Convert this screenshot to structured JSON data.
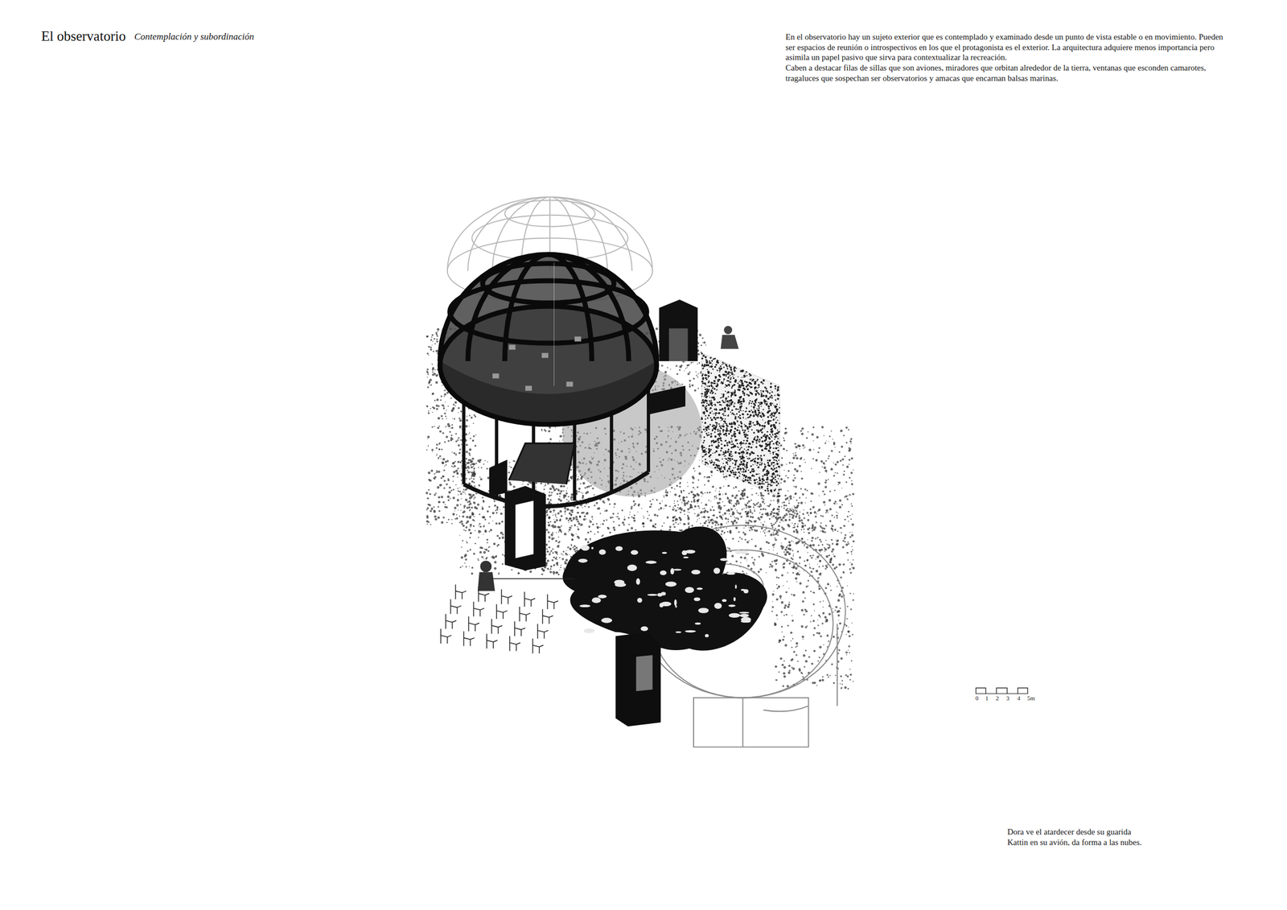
{
  "diagram": {
    "title": "El observatorio",
    "caption": "Dora ve el atardecer desde su guarida Kattin en su avión, da forma a las nubes.",
    "labels": [
      "Contemplación y subordinación",
      "En el observatorio hay un sujeto exterior que es contemplado y examinado desde un punto de vista estable o en movimiento. Pueden ser espacios de reunión o introspectivos en los que el protagonista es el exterior. La arquitectura adquiere menos importancia pero asimila un papel pasivo que sirva para contextualizar la recreación.",
      "Caben a destacar filas de sillas que son aviones, miradores que orbitan alrededor de la tierra, ventanas que esconden camarotes, tragaluces que sospechan ser observatorios y amacas que encarnan balsas marinas.",
      "0",
      "1",
      "2",
      "3",
      "4",
      "5m"
    ]
  }
}
